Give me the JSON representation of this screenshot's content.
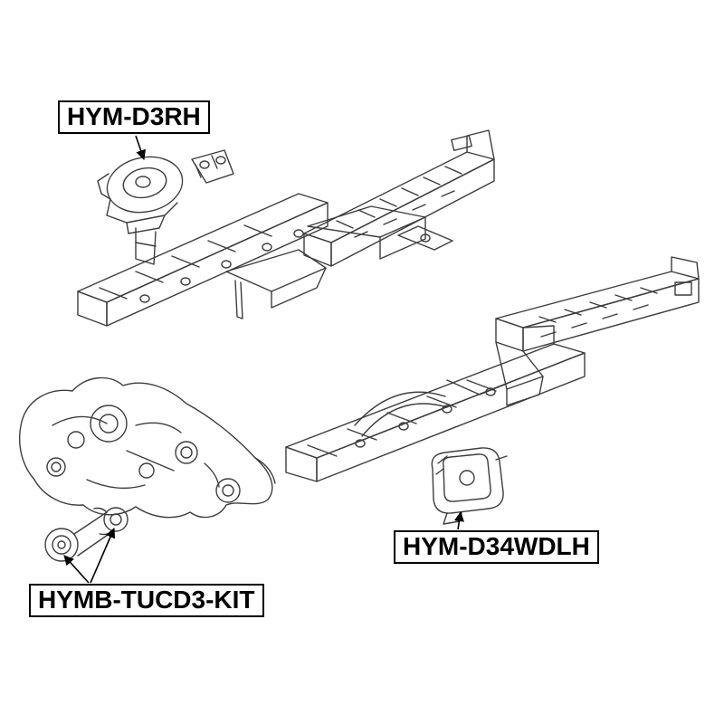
{
  "page": {
    "background": "#ffffff",
    "line_color": "#3d3d3d",
    "label_border_color": "#000000",
    "label_text_color": "#000000"
  },
  "labels": {
    "engine_mount_right": "HYM-D3RH",
    "engine_mount_left": "HYM-D34WDLH",
    "arm_bushing_kit": "HYMB-TUCD3-KIT"
  }
}
